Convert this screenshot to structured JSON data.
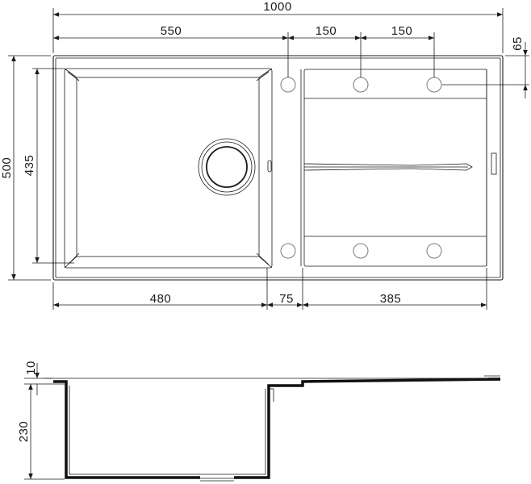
{
  "top_view": {
    "dimensions": {
      "overall_width": "1000",
      "bowl_offset": "550",
      "tap_spacing_1": "150",
      "tap_spacing_2": "150",
      "tap_edge_offset": "65",
      "overall_depth": "500",
      "bowl_depth": "435",
      "bowl_width": "480",
      "gap_width": "75",
      "drainer_width": "385"
    }
  },
  "side_view": {
    "dimensions": {
      "rim_thickness": "10",
      "bowl_height": "230"
    }
  }
}
